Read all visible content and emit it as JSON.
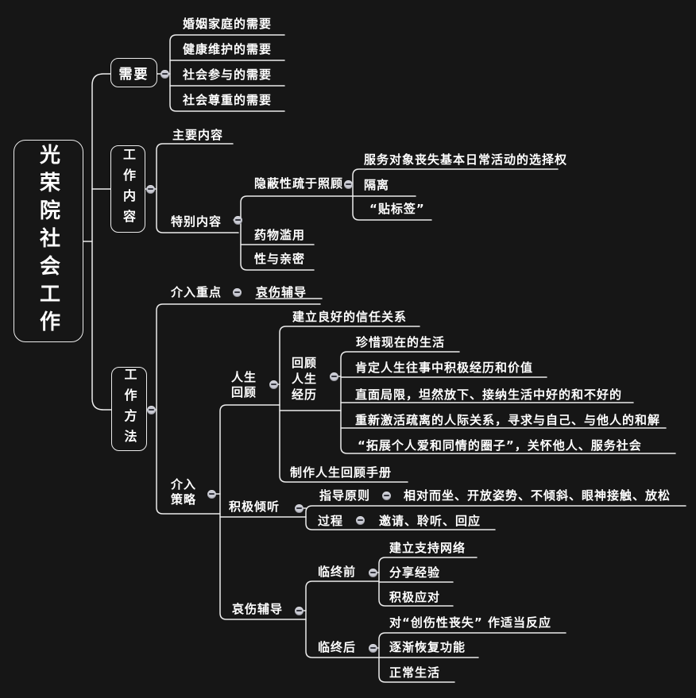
{
  "colors": {
    "background": "#161616",
    "line": "#ececec",
    "text": "#ffffff",
    "dot_fill": "#c9cad3",
    "dot_minus": "#33343c"
  },
  "root": {
    "label": "光荣院社会工作"
  },
  "need": {
    "label": "需要",
    "items": [
      "婚姻家庭的需要",
      "健康维护的需要",
      "社会参与的需要",
      "社会尊重的需要"
    ]
  },
  "content": {
    "label": "工作内容",
    "main": "主要内容",
    "special": {
      "label": "特别内容",
      "hidden": {
        "label": "隐蔽性疏于照顾",
        "items": [
          "服务对象丧失基本日常活动的选择权",
          "隔离",
          "“贴标签”"
        ]
      },
      "drug": "药物滥用",
      "intimacy": "性与亲密"
    }
  },
  "method": {
    "label": "工作方法",
    "focus": {
      "label": "介入重点",
      "value": "哀伤辅导"
    },
    "strategy": {
      "label": "介入策略",
      "life_review": {
        "label": "人生回顾",
        "trust": "建立良好的信任关系",
        "review": {
          "label": "回顾人生经历",
          "items": [
            "珍惜现在的生活",
            "肯定人生往事中积极经历和价值",
            "直面局限，坦然放下、接纳生活中好的和不好的",
            "重新激活疏离的人际关系，寻求与自己、与他人的和解",
            "“拓展个人爱和同情的圈子”，关怀他人、服务社会"
          ]
        },
        "handbook": "制作人生回顾手册"
      },
      "listening": {
        "label": "积极倾听",
        "principle": {
          "label": "指导原则",
          "value": "相对而坐、开放姿势、不倾斜、眼神接触、放松"
        },
        "process": {
          "label": "过程",
          "value": "邀请、聆听、回应"
        }
      },
      "grief": {
        "label": "哀伤辅导",
        "before": {
          "label": "临终前",
          "items": [
            "建立支持网络",
            "分享经验",
            "积极应对"
          ]
        },
        "after": {
          "label": "临终后",
          "items": [
            "对“创伤性丧失” 作适当反应",
            "逐渐恢复功能",
            "正常生活"
          ]
        }
      }
    }
  }
}
